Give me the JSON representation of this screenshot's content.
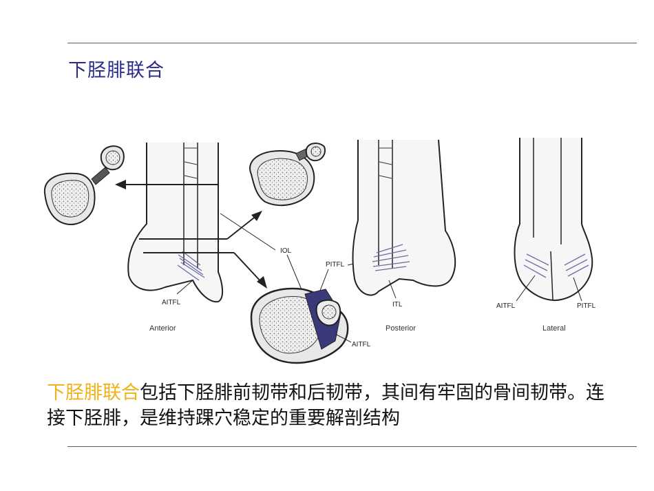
{
  "slide": {
    "title": "下胫腓联合",
    "highlight": "下胫腓联合",
    "text": "包括下胫腓前韧带和后韧带，其间有牢固的骨间韧带。连接下胫腓，是维持踝穴稳定的重要解剖结构"
  },
  "figure": {
    "labels": {
      "iol": "IOL",
      "pitfl_center": "PITFL",
      "aitfl_anterior": "AITFL",
      "aitfl_section": "AITFL",
      "itl": "ITL",
      "aitfl_lateral": "AITFL",
      "pitfl_lateral": "PITFL"
    },
    "captions": {
      "anterior": "Anterior",
      "posterior": "Posterior",
      "lateral": "Lateral"
    }
  }
}
